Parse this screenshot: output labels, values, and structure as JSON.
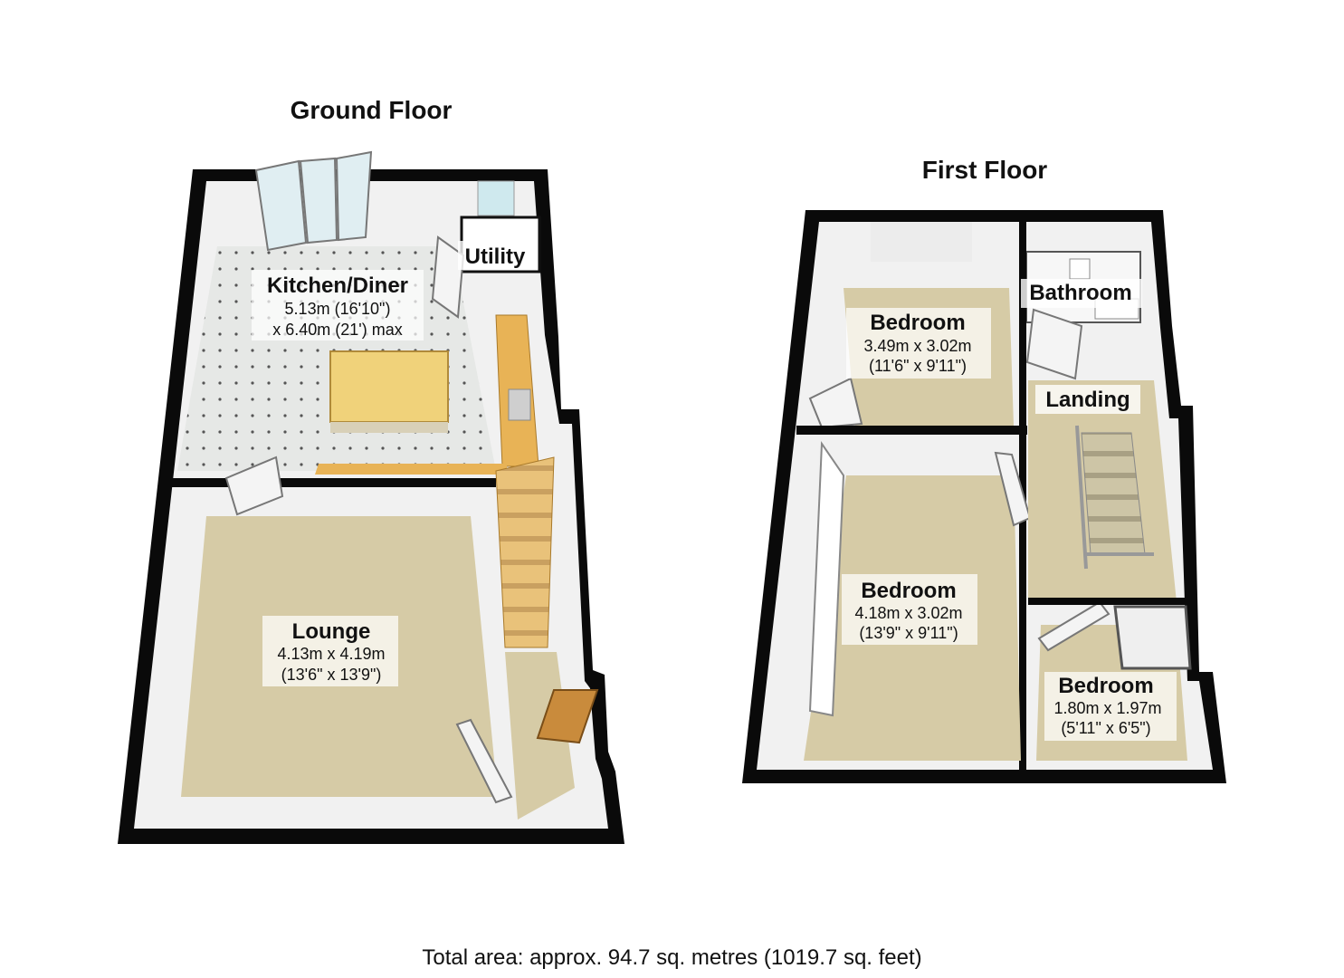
{
  "floors": {
    "ground": {
      "title": "Ground Floor",
      "rooms": {
        "kitchen": {
          "name": "Kitchen/Diner",
          "dim1": "5.13m (16'10\")",
          "dim2": "x 6.40m (21') max"
        },
        "utility": {
          "name": "Utility"
        },
        "lounge": {
          "name": "Lounge",
          "dim1": "4.13m x 4.19m",
          "dim2": "(13'6\" x 13'9\")"
        }
      }
    },
    "first": {
      "title": "First Floor",
      "rooms": {
        "bedroom1": {
          "name": "Bedroom",
          "dim1": "3.49m x 3.02m",
          "dim2": "(11'6\" x 9'11\")"
        },
        "bathroom": {
          "name": "Bathroom"
        },
        "landing": {
          "name": "Landing"
        },
        "bedroom2": {
          "name": "Bedroom",
          "dim1": "4.18m x 3.02m",
          "dim2": "(13'9\" x 9'11\")"
        },
        "bedroom3": {
          "name": "Bedroom",
          "dim1": "1.80m x 1.97m",
          "dim2": "(5'11\" x 6'5\")"
        }
      }
    }
  },
  "footer": {
    "total_area": "Total area: approx. 94.7 sq. metres (1019.7 sq. feet)"
  },
  "colors": {
    "wall": "#0a0a0a",
    "inner_wall": "#f2f2f2",
    "carpet": "#d6cba6",
    "tile": "#e4e6e4",
    "wood": "#e8b356",
    "island": "#f0d27a",
    "window": "#cfe9ee"
  }
}
